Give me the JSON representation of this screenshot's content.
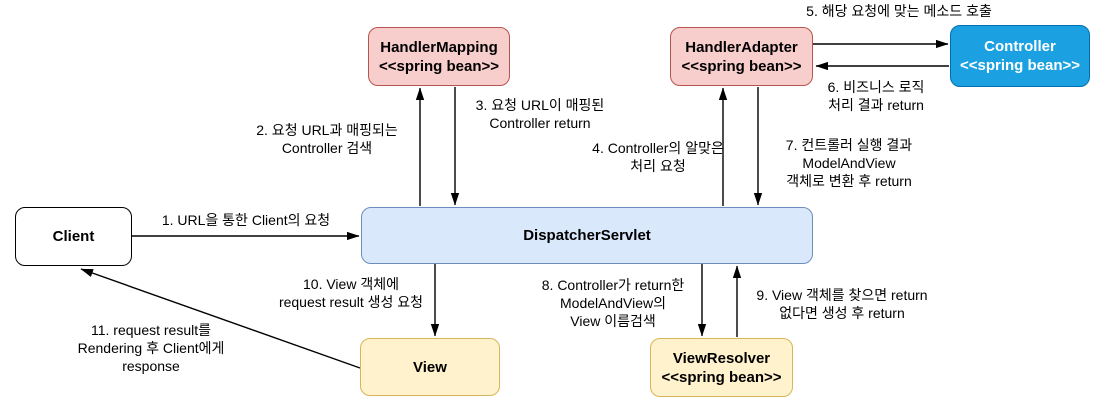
{
  "diagram": {
    "type": "flow-diagram",
    "subject": "Spring MVC DispatcherServlet request handling flow",
    "nodes": {
      "client": {
        "name": "Client"
      },
      "handler_mapping": {
        "name": "HandlerMapping",
        "stereotype": "<<spring bean>>"
      },
      "handler_adapter": {
        "name": "HandlerAdapter",
        "stereotype": "<<spring bean>>"
      },
      "controller": {
        "name": "Controller",
        "stereotype": "<<spring bean>>"
      },
      "dispatcher_servlet": {
        "name": "DispatcherServlet"
      },
      "view": {
        "name": "View"
      },
      "view_resolver": {
        "name": "ViewResolver",
        "stereotype": "<<spring bean>>"
      }
    },
    "edges": {
      "step1": {
        "label": "1. URL을 통한 Client의 요청",
        "from": "Client",
        "to": "DispatcherServlet"
      },
      "step2": {
        "label": "2. 요청 URL과 매핑되는\nController 검색",
        "from": "DispatcherServlet",
        "to": "HandlerMapping"
      },
      "step3": {
        "label": "3. 요청 URL이 매핑된\nController return",
        "from": "HandlerMapping",
        "to": "DispatcherServlet"
      },
      "step4": {
        "label": "4. Controller의 알맞은\n처리 요청",
        "from": "DispatcherServlet",
        "to": "HandlerAdapter"
      },
      "step5": {
        "label": "5. 해당 요청에 맞는 메소드 호출",
        "from": "HandlerAdapter",
        "to": "Controller"
      },
      "step6": {
        "label": "6. 비즈니스 로직\n처리 결과 return",
        "from": "Controller",
        "to": "HandlerAdapter"
      },
      "step7": {
        "label": "7. 컨트롤러 실행 결과\nModelAndView\n객체로 변환 후 return",
        "from": "HandlerAdapter",
        "to": "DispatcherServlet"
      },
      "step8": {
        "label": "8. Controller가 return한\nModelAndView의\nView 이름검색",
        "from": "DispatcherServlet",
        "to": "ViewResolver"
      },
      "step9": {
        "label": "9. View 객체를 찾으면 return\n없다면 생성 후 return",
        "from": "ViewResolver",
        "to": "DispatcherServlet"
      },
      "step10": {
        "label": "10. View 객체에\nrequest result 생성 요청",
        "from": "DispatcherServlet",
        "to": "View"
      },
      "step11": {
        "label": "11. request result를\nRendering 후 Client에게\nresponse",
        "from": "View",
        "to": "Client"
      }
    },
    "colors": {
      "spring_bean_fill": "#F8CECC",
      "spring_bean_stroke": "#B85450",
      "controller_fill": "#1BA1E2",
      "controller_stroke": "#006EAF",
      "controller_text": "#FFFFFF",
      "dispatcher_fill": "#DAE8FC",
      "dispatcher_stroke": "#6C8EBF",
      "view_fill": "#FFF2CC",
      "view_stroke": "#D6B656",
      "client_fill": "#FFFFFF",
      "client_stroke": "#000000",
      "arrow": "#000000",
      "text": "#000000"
    }
  }
}
